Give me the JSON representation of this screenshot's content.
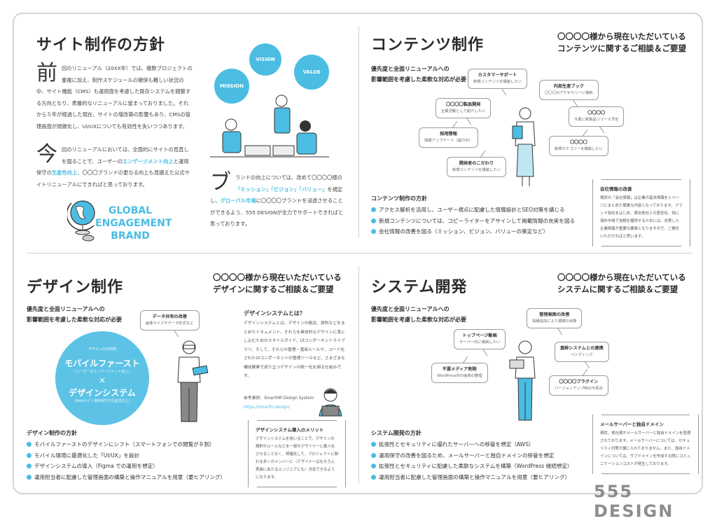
{
  "colors": {
    "accent": "#4bbde2",
    "text": "#333333",
    "frame": "#d4d4d4"
  },
  "site": {
    "title": "サイト制作の方針",
    "p1_drop": "前",
    "p1": "回のリニューアル（20XX年）では、複数プロジェクトの重複に加え、制作スケジュールの確保も難しい状況の中、サイト機能（CMS）も運用面を考慮した既存システムを踏襲する方向となり、表層的なリニューアルに留まっておりました。それから５年が経過した現在、サイトの増改築の影響もあり、CMSの管理画面が煩雑化し、UI/UXについても有効性を失いつつあります。",
    "p2_drop": "今",
    "p2_a": "回のリニューアルにおいては、全面的にサイトの見直しを図ることで、ユーザーの",
    "p2_hl1": "エンゲージメント向上",
    "p2_b": "と運用保守の",
    "p2_hl2": "生産性向上",
    "p2_c": "、〇〇〇ブランドの更なる向上も見据えた公式サイトリニューアルにできればと思っております。",
    "p3_drop": "ブ",
    "p3_a": "ランドの向上については、改めて〇〇〇〇様の",
    "p3_hl1": "「ミッション」「ビジョン」「バリュー」",
    "p3_b": "を規定し、",
    "p3_hl2": "グローバル市場",
    "p3_c": "に〇〇〇〇ブランドを浸透させることができるよう、555 DESIGNが全力でサポートできればと思っております。",
    "global": [
      "GLOBAL",
      "ENGAGEMENT",
      "BRAND"
    ],
    "balloons": {
      "vision": "VISION",
      "value": "VALUE",
      "mission": "MISSION"
    }
  },
  "contents": {
    "title": "コンテンツ制作",
    "request": [
      "〇〇〇〇様から現在いただいている",
      "コンテンツに関するご相談＆ご要望"
    ],
    "lead": [
      "優先度と全面リニューアルへの",
      "影響範囲を考慮した柔軟な対応が必要"
    ],
    "bubbles": [
      {
        "t": "カスタマーサポート",
        "s": "新規コンテンツを構築したい"
      },
      {
        "t": "内部生産ブック",
        "s": "〇〇〇のアクセサリーに格納"
      },
      {
        "t": "〇〇〇〇製品開発",
        "s": "企業活動として紹介したい"
      },
      {
        "t": "〇〇〇〇",
        "s": "今夏に新製品リリース予定"
      },
      {
        "t": "採用情報",
        "s": "情報アップデート（進行中）"
      },
      {
        "t": "〇〇〇〇",
        "s": "新規カテゴリーを構築したい"
      },
      {
        "t": "開発者のこだわり",
        "s": "新規コンテンツを構築したい"
      }
    ],
    "policy_title": "コンテンツ制作の方針",
    "policy": [
      "アクセス解析を活用し、ユーザー視点に配慮した情報設計とSEO対策を講じる",
      "新規コンテンツについては、コピーライターをアサインして掲載情報の充実を図る",
      "会社情報の改善を図る（ミッション、ビジョン、バリューの策定など）"
    ],
    "note": {
      "title": "会社情報の改善",
      "body": "現状の「会社情報」は企業の基本情報を１ページにまとめた簡素な内容となっております。ブランド強化をはじめ、競合他社との差別化、特に海外市場で信頼を獲得するためには、充実した企業情報が重要な要素となりますので、ご検討いただければと思います。"
    }
  },
  "design": {
    "title": "デザイン制作",
    "request": [
      "〇〇〇〇様から現在いただいている",
      "デザインに関するご相談＆ご要望"
    ],
    "lead": [
      "優先度と全面リニューアルへの",
      "影響範囲を考慮した柔軟な対応が必要"
    ],
    "bubble": {
      "t": "データ共有の改善",
      "s": "画像サイズやデータ形式など"
    },
    "circle": {
      "caption": "・デザインの方向性・",
      "main1": "モバイルファースト",
      "note1": "（ユーザーのエンゲージメント向上）",
      "times": "×",
      "main2": "デザインシステム",
      "note2": "（Webサイト運用保守の生産性向上）"
    },
    "ds_title": "デザインシステムとは？",
    "ds_body": "デザインシステムとは、デザインの概念、原則などをまとめたドキュメント、それらを具体的なデザインに落とし込むためのスタイルガイド、UIコンポーネントライブラリ、そして、それらの管理・運用ルールや、コード化されたUIコンポーネントの管理ツールなど、さまざまな構成要素で成り立つデザインの統一化を図る仕組みです。",
    "ref": "参考事例：SmartHR Design System",
    "ref_link": "https://smarthr.design/",
    "policy_title": "デザイン制作の方針",
    "policy": [
      "モバイルファーストのデザインにシフト（スマートフォンでの閲覧が８割）",
      "モバイル環境に最適化した「UI/UX」を設計",
      "デザインシステムの導入（Figma での運用を想定）",
      "運用担当者に配慮した管理画面の構築と操作マニュアルを用意（要ヒアリング）"
    ],
    "note": {
      "title": "デザインシステム導入のメリット",
      "body": "デザインシステムを用いることで、デザインの規則やルールなどを一部のデザイナーに属人化させることなく、明確化して、プロジェクトに関わる多くのメンバーに（デザイナーはもちろん実装にあたるエンジニアにも）共有できるようになります。"
    }
  },
  "system": {
    "title": "システム開発",
    "request": [
      "〇〇〇〇様から現在いただいている",
      "システムに関するご相談＆ご要望"
    ],
    "lead": [
      "優先度と全面リニューアルへの",
      "影響範囲を考慮した柔軟な対応が必要"
    ],
    "bubbles": [
      {
        "t": "管理画面の改善",
        "s": "情報追加により煩雑な状態"
      },
      {
        "t": "トップページ動画",
        "s": "サーバー内に格納したい"
      },
      {
        "t": "基幹システムとの連携",
        "s": "ペンディング"
      },
      {
        "t": "不要メディア削除",
        "s": "WordPress内の画像の整理"
      },
      {
        "t": "〇〇〇〇プラグイン",
        "s": "バージョンアップ時の不具合"
      }
    ],
    "policy_title": "システム開発の方針",
    "policy": [
      "拡張性とセキュリティに優れたサーバーへの移管を想定（AWS）",
      "運用保守の改善を図るため、メールサーバーと独自ドメインの移管を想定",
      "拡張性とセキュリティに配慮した柔軟なシステムを構築（WordPress 継続想定）",
      "運用担当者に配慮した管理画面の構築と操作マニュアルを用意（要ヒアリング）"
    ],
    "note": {
      "title": "メールサーバーと独自ドメイン",
      "body": "現状、他社様がメールサーバーと独自ドメインを管理されております。メールサーバーについては、セキュリティ対策が講じられておりません。また、独自ドメインについては、サブドメインを作成する際にコミュニケーションコストが発生しております。"
    }
  },
  "brand_logo": "555 DESIGN"
}
